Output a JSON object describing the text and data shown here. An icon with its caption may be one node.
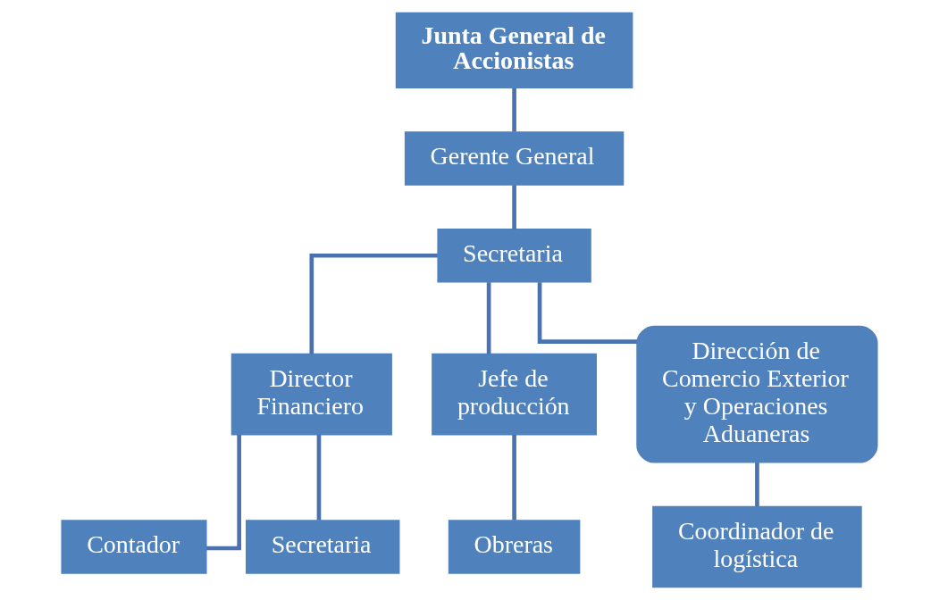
{
  "diagram": {
    "nodes": [
      {
        "text": [
          "Junta General de Accionistas"
        ]
      },
      {
        "text": [
          "Gerente General"
        ]
      },
      {
        "text": [
          "Secretaria"
        ]
      },
      {
        "text": [
          "Director Financiero"
        ]
      },
      {
        "text": [
          "Jefe de producción"
        ]
      },
      {
        "text": [
          "Dirección de Comercio Exterior y Operaciones Aduaneras"
        ]
      },
      {
        "text": [
          "Contador"
        ]
      },
      {
        "text": [
          "Secretaria"
        ]
      },
      {
        "text": [
          "Obreras"
        ]
      },
      {
        "text": [
          "Coordinador de logística"
        ]
      }
    ],
    "edges": [
      {
        "from": 0,
        "to": 1,
        "arrow": "none"
      },
      {
        "from": 1,
        "to": 2,
        "arrow": "none"
      },
      {
        "from": 2,
        "to": 3,
        "arrow": "none"
      },
      {
        "from": 2,
        "to": 4,
        "arrow": "none"
      },
      {
        "from": 2,
        "to": 5,
        "arrow": "none"
      },
      {
        "from": 3,
        "to": 6,
        "arrow": "none"
      },
      {
        "from": 3,
        "to": 7,
        "arrow": "none"
      },
      {
        "from": 4,
        "to": 8,
        "arrow": "none"
      },
      {
        "from": 5,
        "to": 9,
        "arrow": "none"
      }
    ]
  }
}
